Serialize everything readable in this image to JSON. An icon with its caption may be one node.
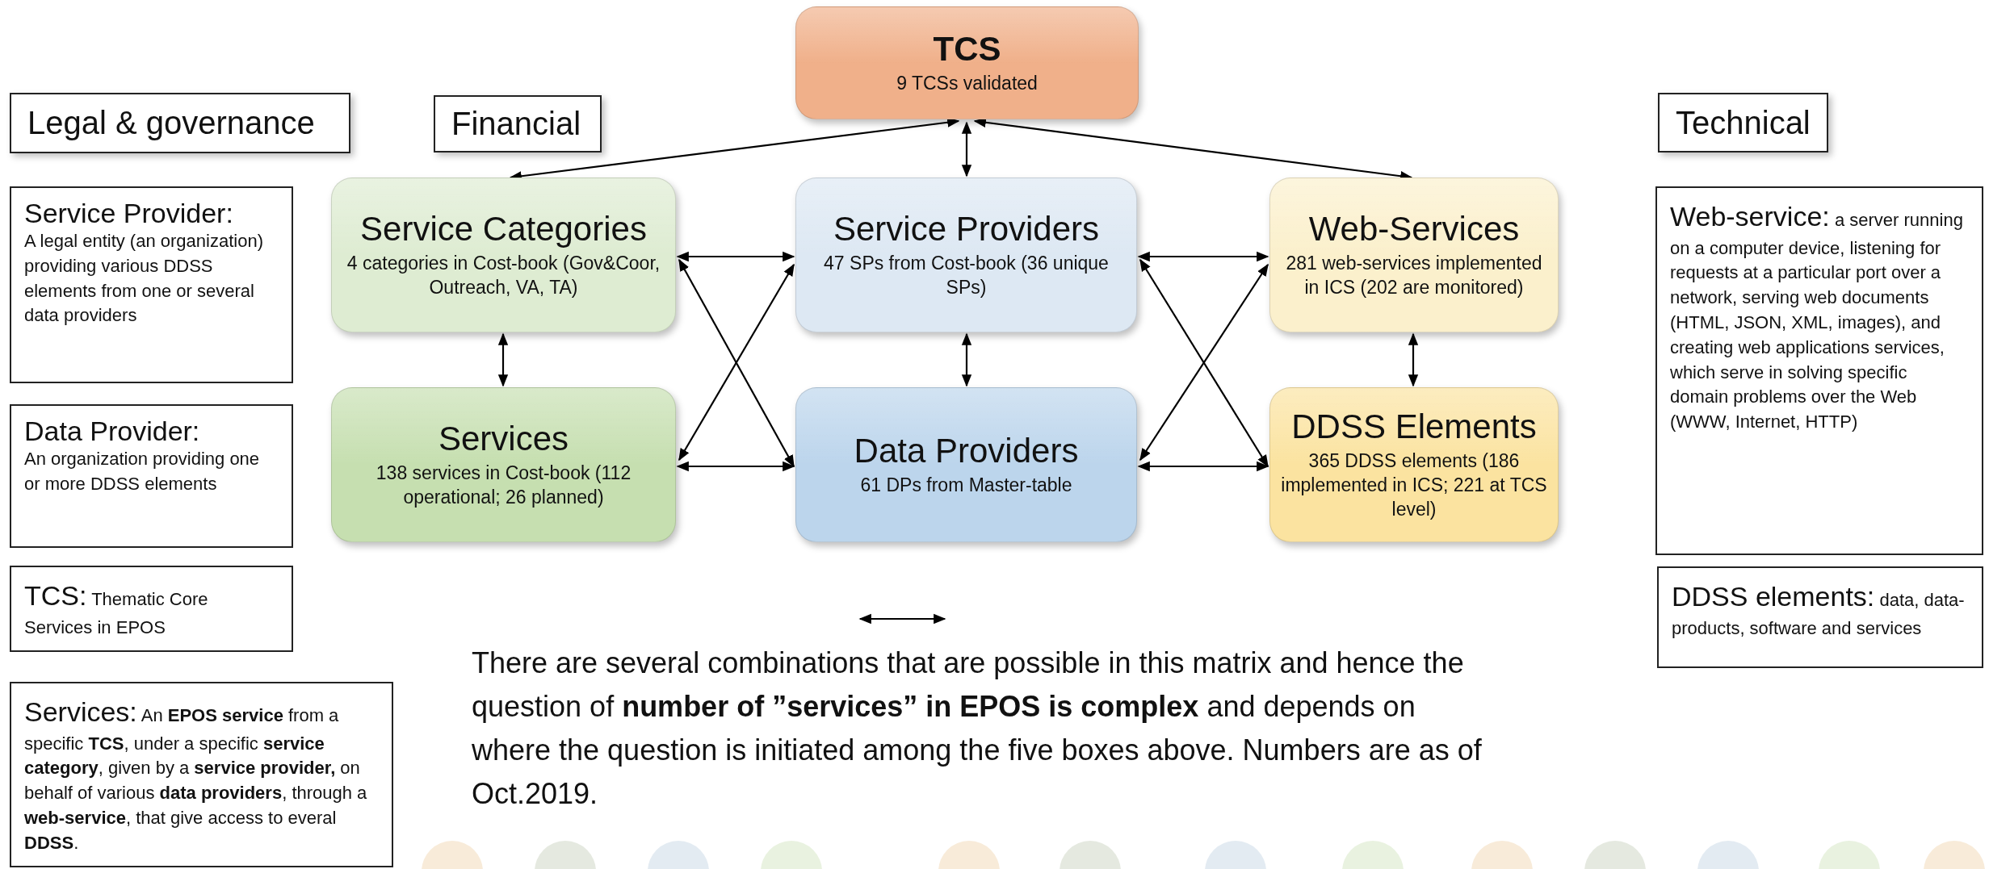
{
  "diagram": {
    "nodes": [
      {
        "text": [
          "TCS",
          "9 TCSs validated"
        ]
      },
      {
        "text": [
          "Service Categories",
          "4 categories in Cost-book (Gov&Coor, Outreach, VA, TA)"
        ]
      },
      {
        "text": [
          "Service Providers",
          "47 SPs from Cost-book (36 unique SPs)"
        ]
      },
      {
        "text": [
          "Web-Services",
          "281 web-services implemented in ICS (202 are monitored)"
        ]
      },
      {
        "text": [
          "Services",
          "138 services in Cost-book (112 operational; 26 planned)"
        ]
      },
      {
        "text": [
          "Data Providers",
          "61 DPs from Master-table"
        ]
      },
      {
        "text": [
          "DDSS Elements",
          "365 DDSS elements (186 implemented in ICS; 221 at TCS level)"
        ]
      },
      {
        "text": [
          "Legal & governance"
        ]
      },
      {
        "text": [
          "Financial"
        ]
      },
      {
        "text": [
          "Technical"
        ]
      },
      {
        "text": [
          "Service Provider:",
          "A legal entity (an organization) providing various DDSS elements from one or several data providers"
        ]
      },
      {
        "text": [
          "Data Provider:",
          "An organization providing one or more DDSS elements"
        ]
      },
      {
        "text": [
          "TCS:",
          "Thematic Core Services in EPOS"
        ]
      },
      {
        "text": [
          "Services:",
          "An **EPOS service** from a specific **TCS**, under a specific **service category**, given by a **service provider,** on behalf of various **data providers**, through a **web-service**, that give access to everal **DDSS**."
        ]
      },
      {
        "text": [
          "Web-service:",
          "a server running on a computer device, listening for requests at a particular port over a network, serving web documents (HTML, JSON, XML, images), and creating web applications services, which serve in solving specific domain problems over the Web (WWW, Internet, HTTP)"
        ]
      },
      {
        "text": [
          "DDSS elements:",
          "data, data-products, software and services"
        ]
      }
    ],
    "edges": [
      {
        "from": 0,
        "to": 1,
        "arrow": "both"
      },
      {
        "from": 0,
        "to": 2,
        "arrow": "both"
      },
      {
        "from": 0,
        "to": 3,
        "arrow": "both"
      },
      {
        "from": 1,
        "to": 2,
        "arrow": "both"
      },
      {
        "from": 1,
        "to": 4,
        "arrow": "both"
      },
      {
        "from": 1,
        "to": 5,
        "arrow": "both"
      },
      {
        "from": 4,
        "to": 2,
        "arrow": "both"
      },
      {
        "from": 4,
        "to": 5,
        "arrow": "both"
      },
      {
        "from": 2,
        "to": 5,
        "arrow": "both"
      },
      {
        "from": 2,
        "to": 3,
        "arrow": "both"
      },
      {
        "from": 2,
        "to": 6,
        "arrow": "both"
      },
      {
        "from": 5,
        "to": 3,
        "arrow": "both"
      },
      {
        "from": 5,
        "to": 6,
        "arrow": "both"
      },
      {
        "from": 3,
        "to": 6,
        "arrow": "both"
      }
    ],
    "labels": [
      "There are several combinations that are possible in this matrix and hence the question of **number of ”services” in EPOS is complex** and depends on where the question is initiated among the five boxes above. Numbers are as of Oct.2019."
    ]
  }
}
